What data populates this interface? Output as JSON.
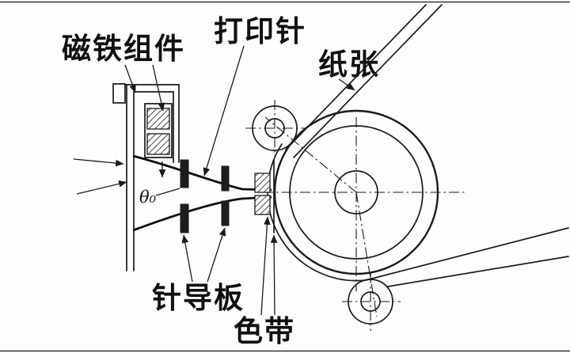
{
  "diagram": {
    "labels": {
      "magnet_assembly": "磁铁组件",
      "print_pin": "打印针",
      "paper": "纸张",
      "pin_guide_plate": "针导板",
      "ribbon": "色带",
      "pin_angle": "θ₀"
    },
    "colors": {
      "background": "#fdfdfd",
      "line": "#1b1b1b",
      "text": "#101010"
    }
  }
}
